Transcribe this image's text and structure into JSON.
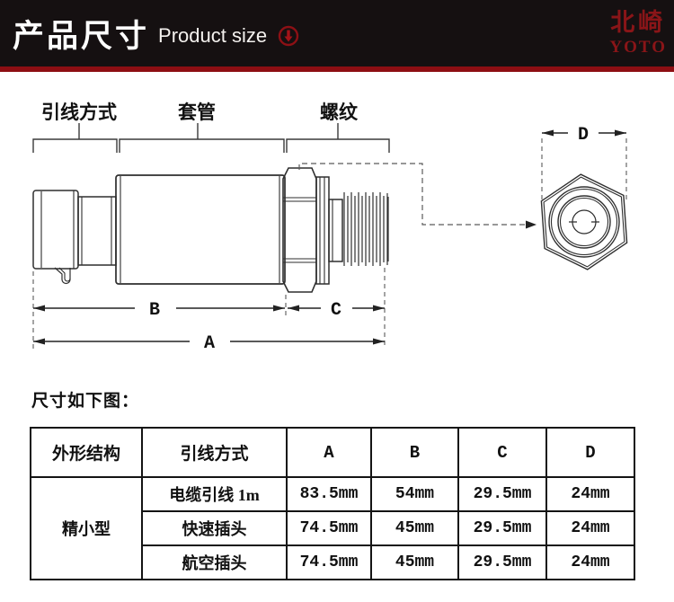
{
  "header": {
    "title_cn": "产品尺寸",
    "title_en": "Product size",
    "brand_cn": "北崎",
    "brand_en": "YOTO"
  },
  "colors": {
    "header_bg": "#151011",
    "accent_red": "#8d0e13",
    "brand_red": "#8a1518",
    "line_color": "#2e2e2e"
  },
  "diagram": {
    "part_labels": {
      "lead_wire": "引线方式",
      "sleeve": "套管",
      "thread": "螺纹"
    },
    "dim_labels": {
      "a": "A",
      "b": "B",
      "c": "C",
      "d": "D"
    }
  },
  "note": "尺寸如下图：",
  "table": {
    "headers": [
      "外形结构",
      "引线方式",
      "A",
      "B",
      "C",
      "D"
    ],
    "group_label": "精小型",
    "rows": [
      [
        "电缆引线 1m",
        "83.5mm",
        "54mm",
        "29.5mm",
        "24mm"
      ],
      [
        "快速插头",
        "74.5mm",
        "45mm",
        "29.5mm",
        "24mm"
      ],
      [
        "航空插头",
        "74.5mm",
        "45mm",
        "29.5mm",
        "24mm"
      ]
    ]
  }
}
